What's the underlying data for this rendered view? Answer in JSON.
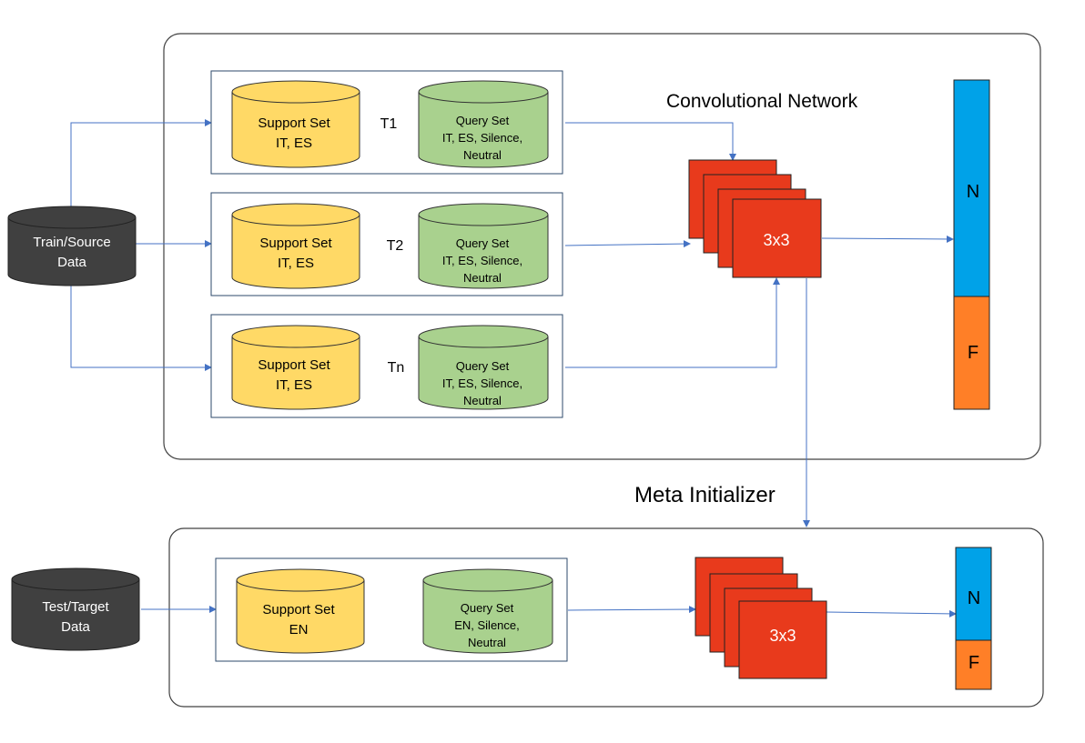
{
  "labels": {
    "conv_network": "Convolutional Network",
    "meta_initializer": "Meta Initializer"
  },
  "sources": {
    "train": [
      "Train/Source",
      "Data"
    ],
    "test": [
      "Test/Target",
      "Data"
    ]
  },
  "tasks": [
    {
      "name": "T1",
      "support": [
        "Support Set",
        "IT, ES"
      ],
      "query": [
        "Query Set",
        "IT, ES, Silence,",
        "Neutral"
      ]
    },
    {
      "name": "T2",
      "support": [
        "Support Set",
        "IT, ES"
      ],
      "query": [
        "Query Set",
        "IT, ES, Silence,",
        "Neutral"
      ]
    },
    {
      "name": "Tn",
      "support": [
        "Support Set",
        "IT, ES"
      ],
      "query": [
        "Query Set",
        "IT, ES, Silence,",
        "Neutral"
      ]
    }
  ],
  "target_task": {
    "support": [
      "Support Set",
      "EN"
    ],
    "query": [
      "Query Set",
      "EN, Silence,",
      "Neutral"
    ]
  },
  "kernel_label": "3x3",
  "outputs": {
    "top": "N",
    "bottom": "F"
  },
  "colors": {
    "support_fill": "#ffd966",
    "query_fill": "#a9d18e",
    "db_fill": "#404040",
    "conv_fill": "#e83a1c",
    "out_n": "#00a2e8",
    "out_f": "#ff7f27",
    "arrow": "#4472c4"
  }
}
